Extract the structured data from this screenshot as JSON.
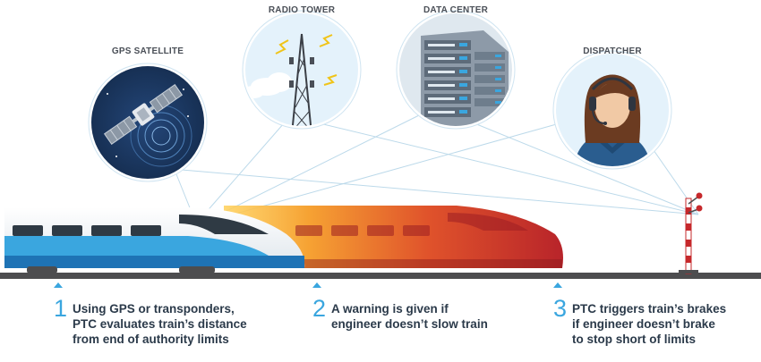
{
  "icons": {
    "gps_satellite": "GPS SATELLITE",
    "radio_tower": "RADIO TOWER",
    "data_center": "DATA CENTER",
    "dispatcher": "DISPATCHER"
  },
  "steps": [
    {
      "number": "1",
      "text": "Using GPS or transponders,\nPTC evaluates train’s distance\nfrom end of authority limits"
    },
    {
      "number": "2",
      "text": "A warning is given if\nengineer doesn’t slow train"
    },
    {
      "number": "3",
      "text": "PTC triggers train’s brakes\nif engineer doesn’t brake\nto stop short of limits"
    }
  ],
  "colors": {
    "accent_blue": "#3aa6df",
    "circle_fill": "#1c3a5e",
    "warning_orange": "#f39a2c",
    "stop_red": "#c6282b",
    "track_gray": "#4d4d4f"
  }
}
